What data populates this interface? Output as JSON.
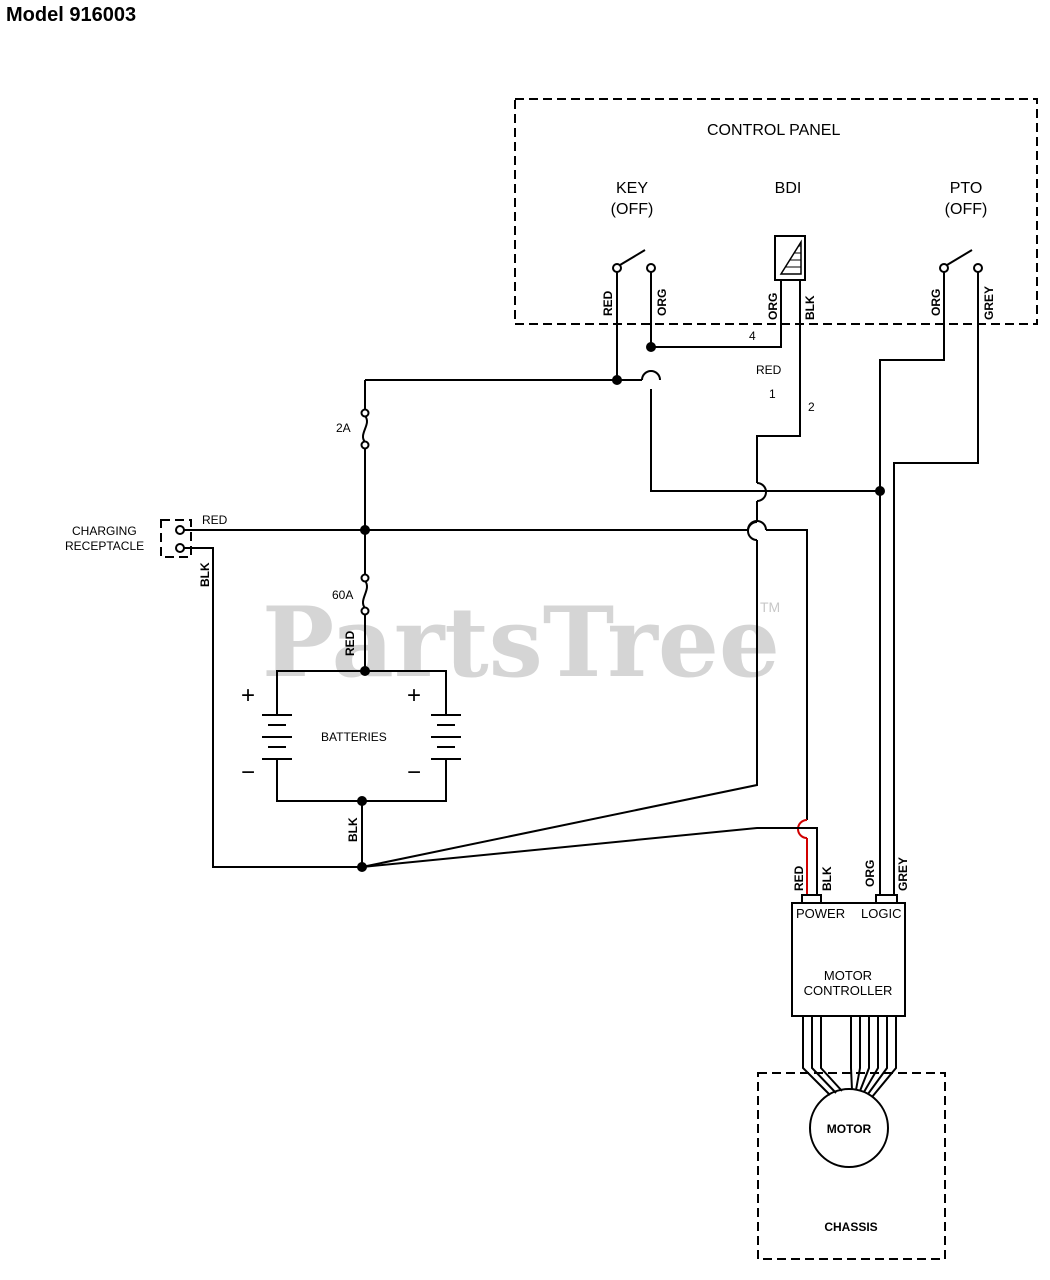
{
  "page": {
    "title": "Model 916003"
  },
  "watermark": {
    "text": "PartsTree",
    "tm": "TM"
  },
  "control_panel": {
    "title": "CONTROL PANEL",
    "key": {
      "name": "KEY",
      "state": "(OFF)",
      "wire_left": "RED",
      "wire_right": "ORG"
    },
    "bdi": {
      "name": "BDI",
      "wire_left": "ORG",
      "wire_right": "BLK"
    },
    "pto": {
      "name": "PTO",
      "state": "(OFF)",
      "wire_left": "ORG",
      "wire_right": "GREY"
    }
  },
  "wire_labels": {
    "bdi_org_num": "4",
    "bdi_red": "RED",
    "bdi_red_num": "1",
    "bdi_blk_num": "2",
    "charge_red": "RED",
    "charge_blk": "BLK",
    "fuse_to_batt_red": "RED",
    "batt_ground_blk": "BLK"
  },
  "fuses": {
    "small": "2A",
    "large": "60A"
  },
  "charging_receptacle": {
    "line1": "CHARGING",
    "line2": "RECEPTACLE"
  },
  "batteries": {
    "label": "BATTERIES",
    "plus": "+",
    "minus": "−"
  },
  "motor_controller": {
    "line1": "MOTOR",
    "line2": "CONTROLLER",
    "power_port": "POWER",
    "logic_port": "LOGIC",
    "power_wire_red": "RED",
    "power_wire_blk": "BLK",
    "logic_wire_org": "ORG",
    "logic_wire_grey": "GREY"
  },
  "motor": {
    "label": "MOTOR"
  },
  "chassis": {
    "label": "CHASSIS"
  },
  "colors": {
    "wire": "#000000",
    "red_wire": "#d00000",
    "watermark": "#c8c8c8"
  }
}
